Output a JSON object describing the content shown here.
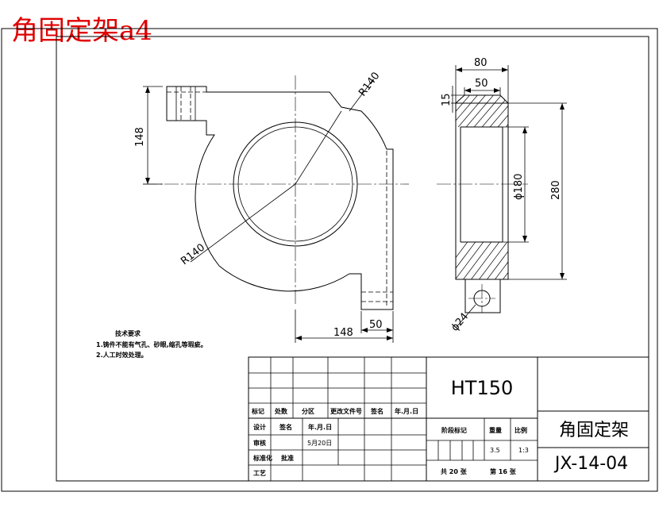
{
  "sheet_title": "角固定架a4",
  "dimensions": {
    "front_height": "148",
    "front_radius_top": "R140",
    "front_radius_bottom": "R140",
    "front_width": "148",
    "front_lug": "50",
    "side_width": "80",
    "side_inner": "50",
    "side_flange": "15",
    "side_bore": "ϕ180",
    "side_height": "280",
    "side_hole": "ϕ24"
  },
  "tech_notes": {
    "heading": "技术要求",
    "lines": [
      "1.铸件不能有气孔、砂眼,缩孔等瑕疵。",
      "2.人工时效处理。"
    ]
  },
  "title_block": {
    "material": "HT150",
    "part_name": "角固定架",
    "drawing_no": "JX-14-04",
    "rev_headers": [
      "标记",
      "处数",
      "分区",
      "更改文件号",
      "签名",
      "年.月.日"
    ],
    "design_label": "设计",
    "sign_label": "签名",
    "date_label": "年.月.日",
    "check_label": "审核",
    "check_date": "5月20日",
    "std_label": "标准化",
    "std_name": "批准",
    "craft_label": "工艺",
    "stage_label": "阶段标记",
    "weight_label": "重量",
    "scale_label": "比例",
    "weight_value": "3.5",
    "scale_value": "1:3",
    "sheets_total": "共 20 张",
    "sheet_no": "第 16 张"
  }
}
